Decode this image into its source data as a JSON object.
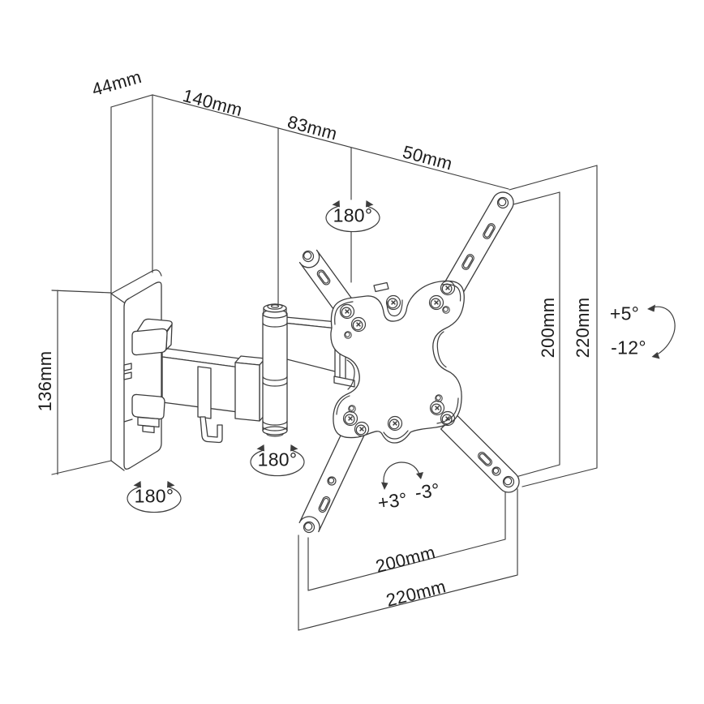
{
  "figure": {
    "kind": "technical line drawing",
    "subject": "articulating TV wall mount with VESA adapter plate"
  },
  "labels": {
    "dim_44": "44mm",
    "dim_140": "140mm",
    "dim_83": "83mm",
    "dim_50": "50mm",
    "dim_136": "136mm",
    "rotate_plate": "180°",
    "rotate_elbow": "180°",
    "rotate_wall": "180°",
    "level_plus": "+3°",
    "level_minus": "-3°",
    "tilt_up": "+5°",
    "tilt_down": "-12°",
    "vesa_width_inner": "200mm",
    "vesa_width_outer": "220mm",
    "vesa_height_inner": "200mm",
    "vesa_height_outer": "220mm"
  },
  "dimensions_mm": {
    "top_row": [
      "44mm",
      "140mm",
      "83mm",
      "50mm"
    ],
    "plate_height": "136mm",
    "vesa_pattern_width": [
      "200mm",
      "220mm"
    ],
    "vesa_pattern_height": [
      "200mm",
      "220mm"
    ]
  },
  "angles": {
    "swivel": [
      "180°",
      "180°",
      "180°"
    ],
    "tilt": [
      "+5°",
      "-12°"
    ],
    "level": [
      "+3°",
      "-3°"
    ]
  },
  "colors": {
    "line": "#3d3d3d",
    "background": "#ffffff",
    "text": "#1c1c1c"
  }
}
